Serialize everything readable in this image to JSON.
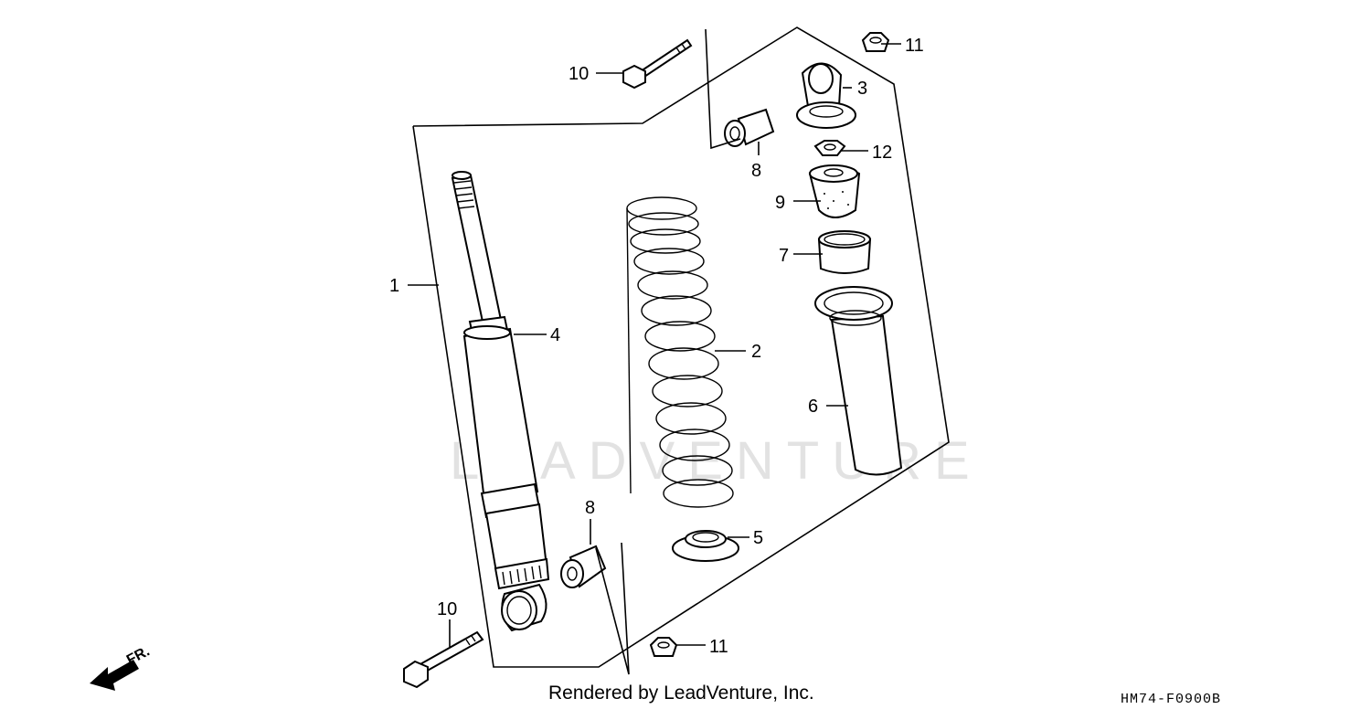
{
  "watermark": "LEADVENTURE",
  "direction_label": "FR.",
  "rendered_by": "Rendered by LeadVenture, Inc.",
  "figure_code": "HM74-F0900B",
  "callouts": {
    "c1": "1",
    "c2": "2",
    "c3": "3",
    "c4": "4",
    "c5": "5",
    "c6": "6",
    "c7": "7",
    "c8a": "8",
    "c8b": "8",
    "c9": "9",
    "c10a": "10",
    "c10b": "10",
    "c11a": "11",
    "c11b": "11",
    "c12": "12"
  }
}
